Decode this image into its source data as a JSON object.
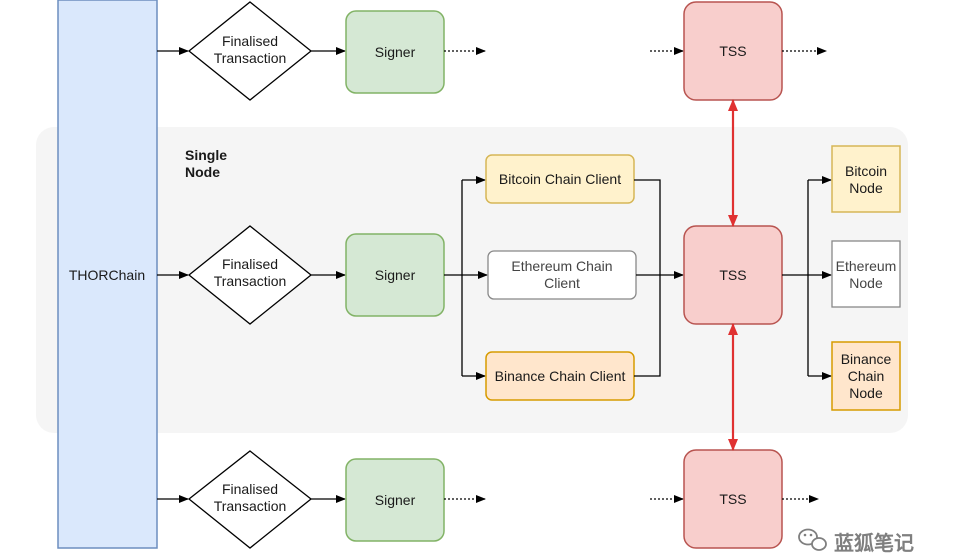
{
  "colors": {
    "thorchain_fill": "#dae8fc",
    "thorchain_stroke": "#6c8ebf",
    "signer_fill": "#d5e8d4",
    "signer_stroke": "#82b366",
    "tss_fill": "#f8cecc",
    "tss_stroke": "#b85450",
    "client_fill": "#fff2cc",
    "client_stroke": "#d6b656",
    "binance_fill": "#ffe6cc",
    "binance_stroke": "#d79b00",
    "region_fill": "#f5f5f5",
    "red_arrow": "#e03131"
  },
  "region": {
    "label_line1": "Single",
    "label_line2": "Node"
  },
  "thorchain": {
    "label": "THORChain"
  },
  "finalised": {
    "line1": "Finalised",
    "line2": "Transaction"
  },
  "signer": {
    "label": "Signer"
  },
  "tss": {
    "label": "TSS"
  },
  "clients": {
    "bitcoin": "Bitcoin Chain Client",
    "ethereum_line1": "Ethereum Chain",
    "ethereum_line2": "Client",
    "binance": "Binance Chain Client"
  },
  "nodes": {
    "bitcoin_line1": "Bitcoin",
    "bitcoin_line2": "Node",
    "ethereum_line1": "Ethereum",
    "ethereum_line2": "Node",
    "binance_line1": "Binance",
    "binance_line2": "Chain",
    "binance_line3": "Node"
  },
  "watermark": {
    "text": "蓝狐笔记",
    "icon": "wechat-icon"
  }
}
